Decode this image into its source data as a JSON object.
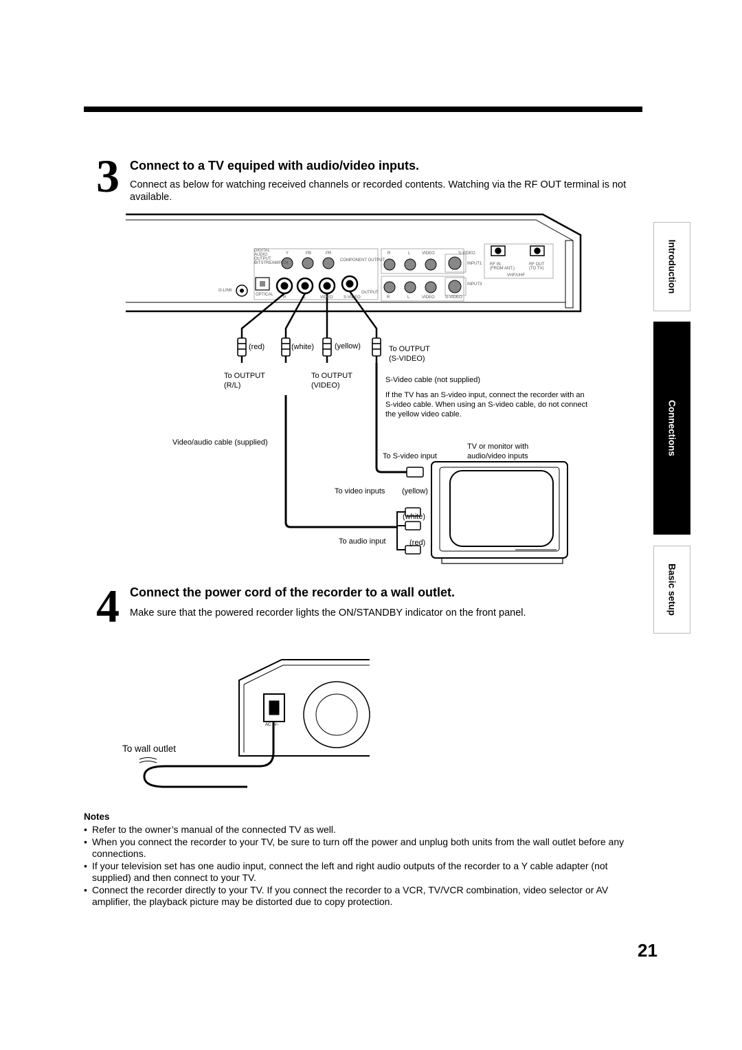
{
  "step3": {
    "number": "3",
    "title": "Connect to a TV equiped with audio/video inputs.",
    "text": "Connect as below for watching received channels or recorded contents. Watching via the RF OUT terminal is not available."
  },
  "diagram1": {
    "labels": {
      "red": "(red)",
      "white": "(white)",
      "yellow": "(yellow)",
      "to_output_svideo": "To OUTPUT\n(S-VIDEO)",
      "to_output_rl": "To OUTPUT\n(R/L)",
      "to_output_video": "To OUTPUT\n(VIDEO)",
      "svideo_cable": "S-Video cable (not supplied)",
      "svideo_note": "If the TV has an S-video input, connect the recorder with an S-video cable. When using an S-video cable, do not connect the yellow video cable.",
      "av_cable": "Video/audio cable (supplied)",
      "tv_label": "TV or monitor with\naudio/video inputs",
      "to_svideo_input": "To S-video input",
      "to_video_inputs": "To video inputs",
      "yellow2": "(yellow)",
      "white2": "(white)",
      "to_audio_input": "To audio input",
      "red2": "(red)"
    },
    "panel_labels": {
      "glink": "G-LINK",
      "optical": "OPTICAL",
      "digital_audio": "DIGITAL AUDIO OUTPUT BITSTREAM/PCM",
      "y": "Y",
      "pb": "PB",
      "pr": "PR",
      "component_output": "COMPONENT OUTPUT",
      "r": "R",
      "l": "L",
      "video": "VIDEO",
      "s_video": "S-VIDEO",
      "output": "OUTPUT",
      "input1": "INPUT1",
      "input3": "INPUT3",
      "rf_in": "RF IN (FROM ANT.)",
      "rf_out": "RF OUT (TO TV)",
      "vhf_uhf": "VHF/UHF"
    }
  },
  "step4": {
    "number": "4",
    "title": "Connect the power cord of the recorder to a wall outlet.",
    "text": "Make sure that the powered recorder lights the ON/STANDBY indicator on the front panel."
  },
  "diagram2": {
    "to_wall_outlet": "To wall outlet",
    "ac_in": "AC IN~"
  },
  "notes": {
    "heading": "Notes",
    "items": [
      "Refer to the owner’s manual of the connected TV as well.",
      "When you connect the recorder to your TV, be sure to turn off the power and unplug both units from the wall outlet before any connections.",
      "If your television set has one audio input, connect the left and right audio outputs of the recorder to a Y cable adapter (not supplied) and then connect to your TV.",
      "Connect the recorder directly to your TV.  If you connect the recorder to a VCR, TV/VCR combination, video selector or AV amplifier, the playback picture may be distorted due to copy protection."
    ]
  },
  "side_tabs": [
    {
      "label": "Introduction",
      "active": false
    },
    {
      "label": "Connections",
      "active": true
    },
    {
      "label": "Basic setup",
      "active": false
    }
  ],
  "page_number": "21"
}
